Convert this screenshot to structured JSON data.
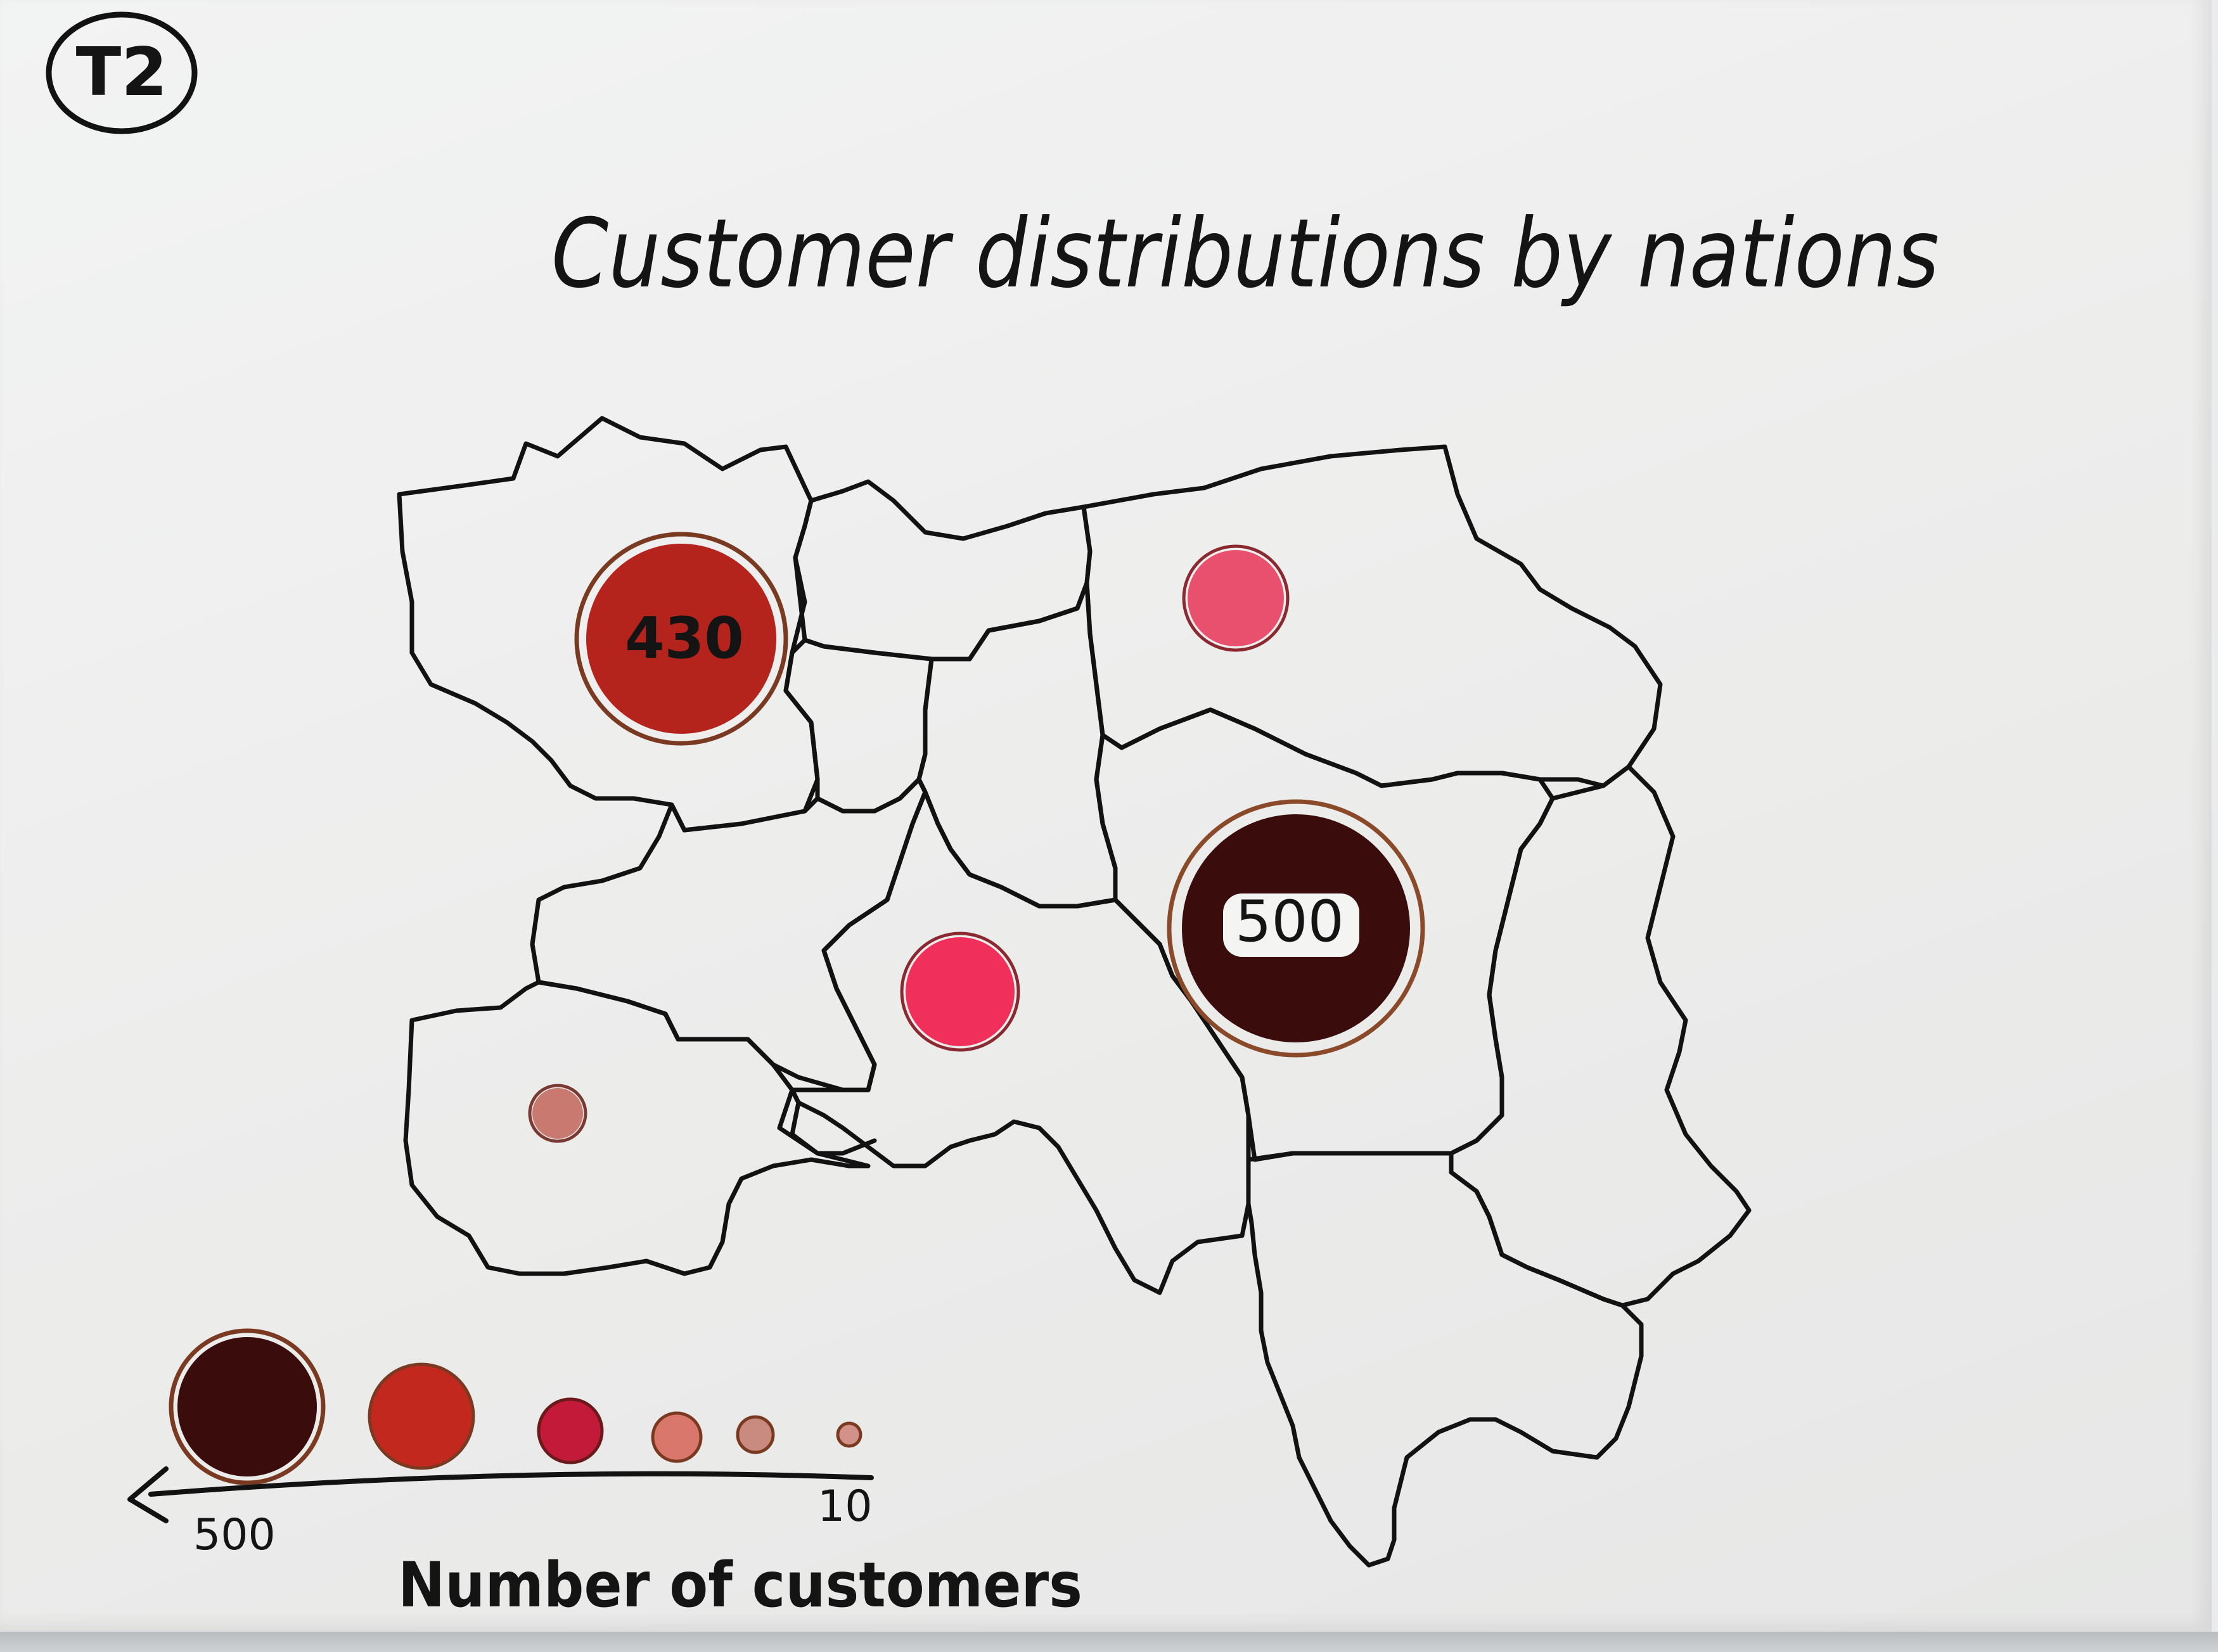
{
  "card": {
    "tag": "T2"
  },
  "title": "Customer distributions by nations",
  "map": {
    "markers": [
      {
        "region": "northwest",
        "label": "430",
        "value": 430,
        "color": "#b5241c"
      },
      {
        "region": "north-east",
        "label": "",
        "color": "#e8506e"
      },
      {
        "region": "east-central",
        "label": "500",
        "value": 500,
        "color": "#3a0c0c"
      },
      {
        "region": "south-central",
        "label": "",
        "color": "#f0305a"
      },
      {
        "region": "southwest",
        "label": "",
        "color": "#c97a70"
      }
    ]
  },
  "legend": {
    "title": "Number of customers",
    "max_label": "500",
    "min_label": "10",
    "swatches": [
      "#3a0c0c",
      "#c3281e",
      "#c41a3a",
      "#d9786a",
      "#c98a80",
      "#d2928a"
    ]
  }
}
